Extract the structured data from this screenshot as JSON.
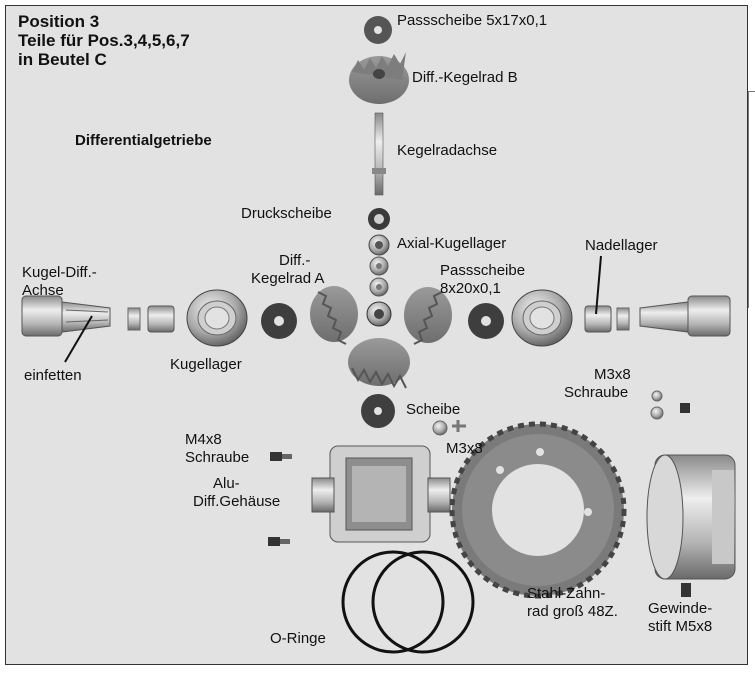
{
  "header": {
    "line1": "Position 3",
    "line2": "Teile für Pos.3,4,5,6,7",
    "line3": "in Beutel C"
  },
  "section_title": "Differentialgetriebe",
  "labels": {
    "passscheibe_5x17": "Passscheibe 5x17x0,1",
    "kegelrad_b": "Diff.-Kegelrad B",
    "kegelradachse": "Kegelradachse",
    "druckscheibe": "Druckscheibe",
    "axial_kugellager": "Axial-Kugellager",
    "nadellager": "Nadellager",
    "kugel_diff_achse_1": "Kugel-Diff.-",
    "kugel_diff_achse_2": "Achse",
    "kegelrad_a_1": "Diff.-",
    "kegelrad_a_2": "Kegelrad A",
    "passscheibe_8x20_1": "Passscheibe",
    "passscheibe_8x20_2": "8x20x0,1",
    "einfetten": "einfetten",
    "kugellager": "Kugellager",
    "m3x8_schraube_1": "M3x8",
    "m3x8_schraube_2": "Schraube",
    "scheibe": "Scheibe",
    "m3x8": "M3x8",
    "m4x8_1": "M4x8",
    "m4x8_2": "Schraube",
    "alu_1": "Alu-",
    "alu_2": "Diff.Gehäuse",
    "stahl_1": "Stahl-Zahn-",
    "stahl_2": "rad groß 48Z.",
    "gewinde_1": "Gewinde-",
    "gewinde_2": "stift M5x8",
    "o_ringe": "O-Ringe"
  }
}
